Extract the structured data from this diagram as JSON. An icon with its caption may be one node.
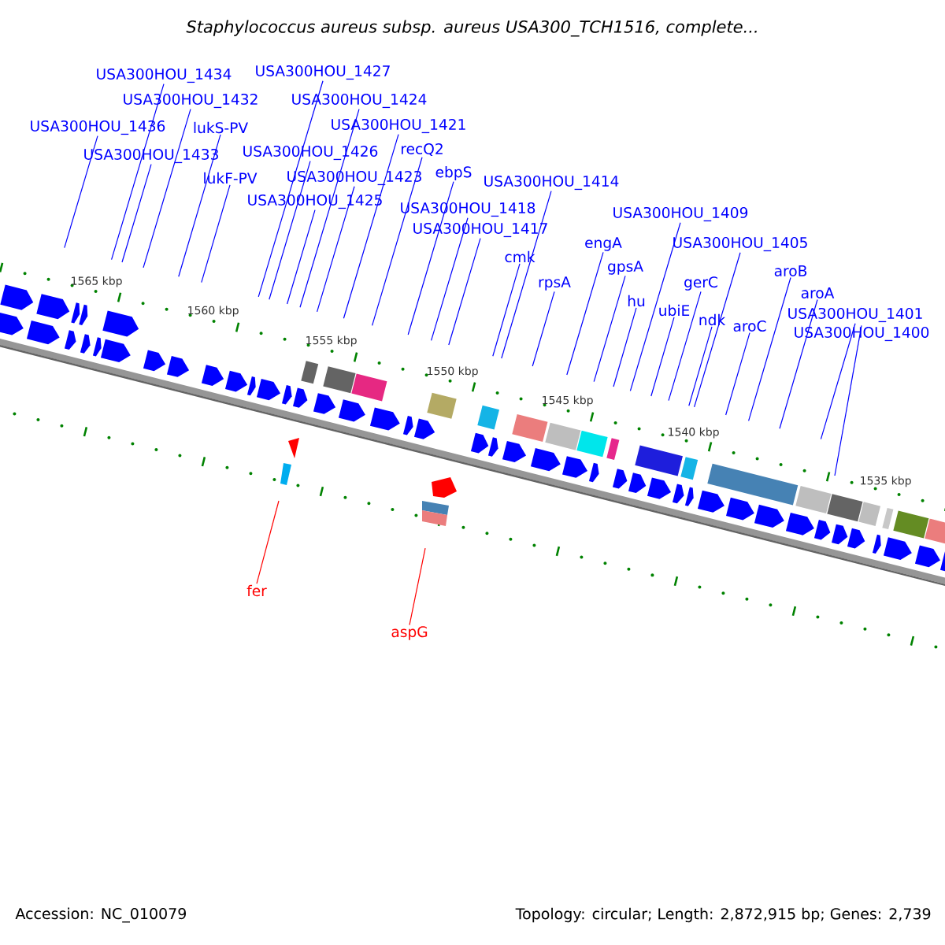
{
  "diagram": {
    "title": "Staphylococcus aureus subsp. aureus USA300_TCH1516, complete...",
    "nodes": [
      {
        "text": [
          "USA300HOU_1434"
        ]
      },
      {
        "text": [
          "USA300HOU_1432"
        ]
      },
      {
        "text": [
          "USA300HOU_1436"
        ]
      },
      {
        "text": [
          "lukS-PV"
        ]
      },
      {
        "text": [
          "USA300HOU_1433"
        ]
      },
      {
        "text": [
          "lukF-PV"
        ]
      },
      {
        "text": [
          "USA300HOU_1427"
        ]
      },
      {
        "text": [
          "USA300HOU_1424"
        ]
      },
      {
        "text": [
          "USA300HOU_1421"
        ]
      },
      {
        "text": [
          "recQ2"
        ]
      },
      {
        "text": [
          "USA300HOU_1426"
        ]
      },
      {
        "text": [
          "USA300HOU_1423"
        ]
      },
      {
        "text": [
          "ebpS"
        ]
      },
      {
        "text": [
          "USA300HOU_1425"
        ]
      },
      {
        "text": [
          "USA300HOU_1414"
        ]
      },
      {
        "text": [
          "USA300HOU_1418"
        ]
      },
      {
        "text": [
          "USA300HOU_1417"
        ]
      },
      {
        "text": [
          "USA300HOU_1409"
        ]
      },
      {
        "text": [
          "engA"
        ]
      },
      {
        "text": [
          "USA300HOU_1405"
        ]
      },
      {
        "text": [
          "cmk"
        ]
      },
      {
        "text": [
          "gpsA"
        ]
      },
      {
        "text": [
          "aroB"
        ]
      },
      {
        "text": [
          "rpsA"
        ]
      },
      {
        "text": [
          "gerC"
        ]
      },
      {
        "text": [
          "aroA"
        ]
      },
      {
        "text": [
          "hu"
        ]
      },
      {
        "text": [
          "ubiE"
        ]
      },
      {
        "text": [
          "USA300HOU_1401"
        ]
      },
      {
        "text": [
          "ndk"
        ]
      },
      {
        "text": [
          "aroC"
        ]
      },
      {
        "text": [
          "USA300HOU_1400"
        ]
      },
      {
        "text": [
          "fer"
        ]
      },
      {
        "text": [
          "aspG"
        ]
      }
    ],
    "edges": [
      {
        "from": 0,
        "to": null,
        "arrow": "none"
      },
      {
        "from": 1,
        "to": null,
        "arrow": "none"
      },
      {
        "from": 2,
        "to": null,
        "arrow": "none"
      },
      {
        "from": 3,
        "to": null,
        "arrow": "none"
      },
      {
        "from": 4,
        "to": null,
        "arrow": "none"
      },
      {
        "from": 5,
        "to": null,
        "arrow": "none"
      },
      {
        "from": 6,
        "to": null,
        "arrow": "none"
      },
      {
        "from": 7,
        "to": null,
        "arrow": "none"
      },
      {
        "from": 8,
        "to": null,
        "arrow": "none"
      },
      {
        "from": 9,
        "to": null,
        "arrow": "none"
      },
      {
        "from": 10,
        "to": null,
        "arrow": "none"
      },
      {
        "from": 11,
        "to": null,
        "arrow": "none"
      },
      {
        "from": 12,
        "to": null,
        "arrow": "none"
      },
      {
        "from": 13,
        "to": null,
        "arrow": "none"
      },
      {
        "from": 14,
        "to": null,
        "arrow": "none"
      },
      {
        "from": 15,
        "to": null,
        "arrow": "none"
      },
      {
        "from": 16,
        "to": null,
        "arrow": "none"
      },
      {
        "from": 17,
        "to": null,
        "arrow": "none"
      },
      {
        "from": 18,
        "to": null,
        "arrow": "none"
      },
      {
        "from": 19,
        "to": null,
        "arrow": "none"
      },
      {
        "from": 20,
        "to": null,
        "arrow": "none"
      },
      {
        "from": 21,
        "to": null,
        "arrow": "none"
      },
      {
        "from": 22,
        "to": null,
        "arrow": "none"
      },
      {
        "from": 23,
        "to": null,
        "arrow": "none"
      },
      {
        "from": 24,
        "to": null,
        "arrow": "none"
      },
      {
        "from": 25,
        "to": null,
        "arrow": "none"
      },
      {
        "from": 26,
        "to": null,
        "arrow": "none"
      },
      {
        "from": 27,
        "to": null,
        "arrow": "none"
      },
      {
        "from": 28,
        "to": null,
        "arrow": "none"
      },
      {
        "from": 29,
        "to": null,
        "arrow": "none"
      },
      {
        "from": 30,
        "to": null,
        "arrow": "none"
      },
      {
        "from": 31,
        "to": null,
        "arrow": "none"
      },
      {
        "from": 32,
        "to": null,
        "arrow": "none",
        "color": "#ff0000"
      },
      {
        "from": 33,
        "to": null,
        "arrow": "none",
        "color": "#ff0000"
      }
    ],
    "labels": [
      "1565 kbp",
      "1560 kbp",
      "1555 kbp",
      "1550 kbp",
      "1545 kbp",
      "1540 kbp",
      "1535 kbp",
      "Accession: NC_010079",
      "Topology: circular; Length: 2,872,915 bp; Genes: 2,739"
    ]
  }
}
